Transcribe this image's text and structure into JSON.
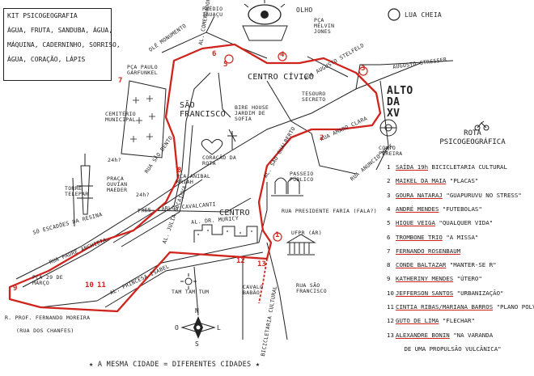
{
  "kit": {
    "lines": [
      "KIT PSICOGEOGRAFIA",
      "ÁGUA, FRUTA, SANDUBA, ÁGUA,",
      "MÁQUINA, CADERNINHO, SORRISO,",
      "ÁGUA, CORAÇÃO, LÁPIS"
    ]
  },
  "places": {
    "olho": "OLHO",
    "lua": "LUA CHEIA",
    "predio": "PRÉDIO IGUAÇU",
    "monumento": "OLÉ MONUMENTO",
    "melvin": "PÇA MELVIN JONES",
    "augusto1": "RUA AUGUSTO STELFELD",
    "augusto2": "AUGUSTO STRESSER",
    "centro_civico": "CENTRO CÍVICO",
    "alto_xv": "ALTO DA XV",
    "paulo": "PÇA PAULO GARFUNKEL",
    "sao_francisco": "SÃO FRANCISCO",
    "cemiterio": "CEMITÉRIO MUNICIPAL",
    "bosque": "BIRE HOUSE JARDIM DE SOFIA",
    "tesouro": "TESOURO SECRETO",
    "amaro": "RUA AMARO CLARA",
    "sao_gualberto": "AL. SÃO GUALBERTO",
    "couto": "COUTO PEREIRA",
    "anuncio": "RUA ANUNCIO MERC",
    "coracao": "CORAÇÃO DA ROTA",
    "sao_bento": "RUA SÃO BENTO",
    "pca_anibal": "PÇA ANIBAL KRIAH",
    "h24a": "24h?",
    "h24b": "24h?",
    "praca_ouvian": "PRAÇA OUVIAN MAEDER",
    "torre": "TORRE TELEPAR",
    "passeio": "PASSEIO PÚBLICO",
    "carlos": "PRES. CARLOS CAVALCANTI",
    "pres_faria": "RUA PRESIDENTE FARIA (FALA?)",
    "al_cabral": "AL. DR. MURICY",
    "centro": "CENTRO",
    "ufpr": "UFPR (ÁR)",
    "bocaiuva": "AL. JULIA BOCAIUVA",
    "pca29": "PÇA 29 DE MARÇO",
    "isabel": "AL. PRINCESA ISABEL",
    "tam_tam": "TAM TAM TUM",
    "cavalo": "CAVALO BABÃO",
    "rua_sao_francisco": "RUA SÃO FRANCISCO",
    "bicicletaria": "BICICLETARIA CULTURAL",
    "ciclovia": "SÓ ESCADÕES DA RESINA",
    "rua_padre": "RUA PADRE ANCHIETA",
    "fernando": "R. PROF. FERNANDO MOREIRA",
    "chanfes": "(RUA DOS CHANFES)",
    "comendador": "AL. COMENDADOR ARAÚJO"
  },
  "compass": {
    "n": "N",
    "s": "S",
    "l": "L",
    "o": "O"
  },
  "footer": "★ A MESMA CIDADE = DIFERENTES CIDADES ★",
  "legend": {
    "title": "ROTA PSICOGEOGRÁFICA",
    "items": [
      {
        "n": "1",
        "name": "SAÍDA 19h",
        "desc": "BICICLETARIA CULTURAL"
      },
      {
        "n": "2",
        "name": "MAIKEL DA MAIA",
        "desc": "\"PLACAS\""
      },
      {
        "n": "3",
        "name": "GOURA NATARAJ",
        "desc": "\"GUAPURUVU NO STRESS\""
      },
      {
        "n": "4",
        "name": "ANDRÉ MENDES",
        "desc": "\"FUTEBOLAS\""
      },
      {
        "n": "5",
        "name": "HIQUE VEIGA",
        "desc": "\"QUALQUER VIDA\""
      },
      {
        "n": "6",
        "name": "TROMBONE TRIO",
        "desc": "\"A MISSA\""
      },
      {
        "n": "7",
        "name": "FERNANDO ROSENBAUM",
        "desc": ""
      },
      {
        "n": "8",
        "name": "CONDE BALTAZAR",
        "desc": "\"MANTER-SE R\""
      },
      {
        "n": "9",
        "name": "KATHERINY MENDES",
        "desc": "\"ÚTERO\""
      },
      {
        "n": "10",
        "name": "JEFFERSON SANTOS",
        "desc": "\"URBANIZAÇÃO\""
      },
      {
        "n": "11",
        "name": "CINTIA RIBAS/MARIANA BARROS",
        "desc": "\"PLANO POLVO\""
      },
      {
        "n": "12",
        "name": "GUTO DE LIMA",
        "desc": "\"FLECHAR\""
      },
      {
        "n": "13",
        "name": "ALEXANDRE BONIN",
        "desc": "\"NA VARANDA"
      },
      {
        "n": "",
        "name": "",
        "desc": "DE UMA PROPULSÃO VULCÂNICA\""
      }
    ]
  },
  "route_numbers": [
    "1",
    "2",
    "3",
    "4",
    "5",
    "6",
    "7",
    "8",
    "9",
    "10",
    "11",
    "12",
    "13"
  ],
  "colors": {
    "route": "#d0231c",
    "ink": "#1a1a1a"
  }
}
